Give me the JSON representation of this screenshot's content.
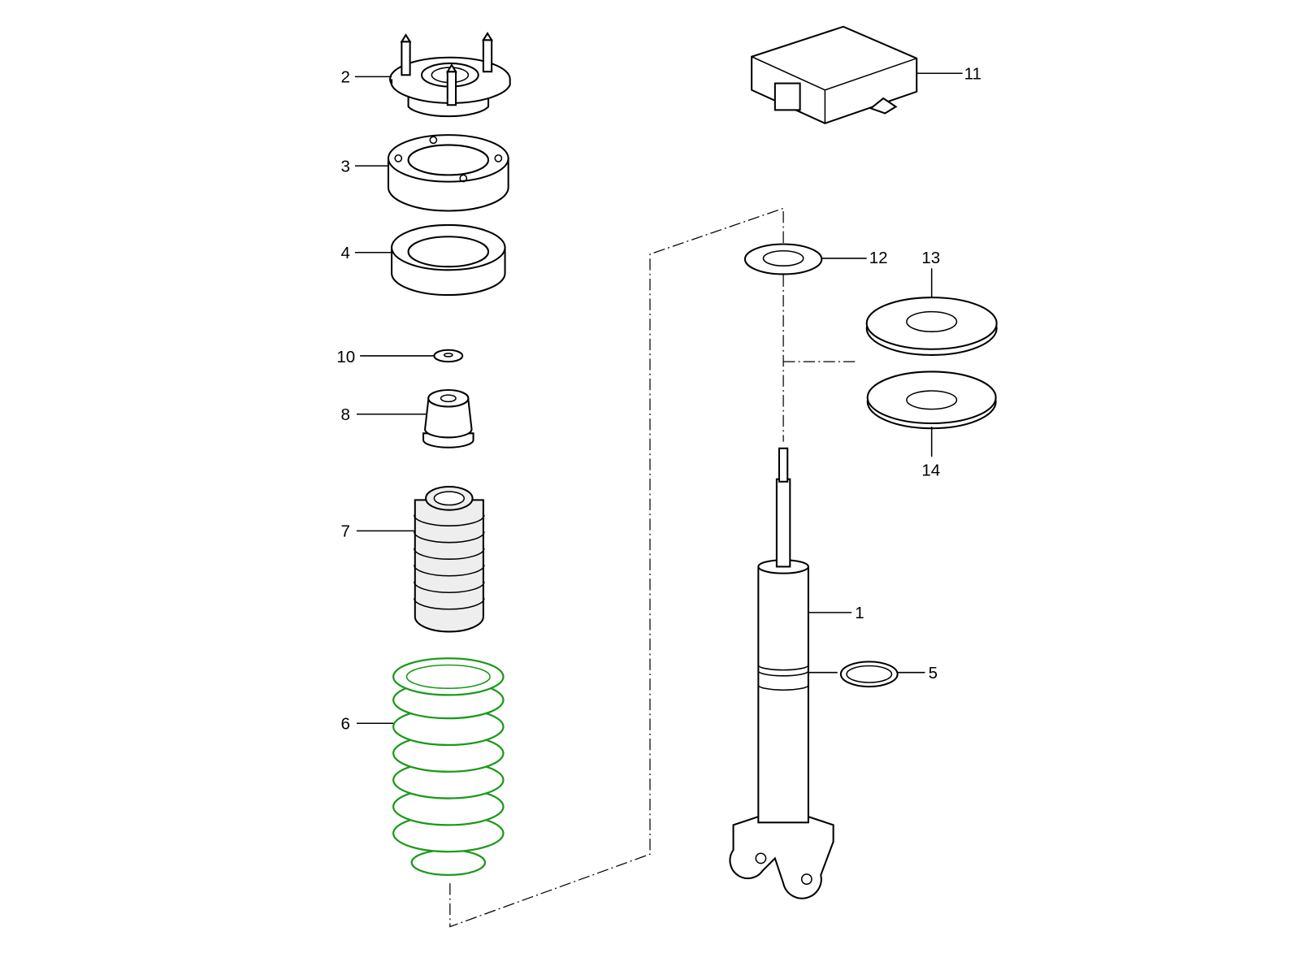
{
  "diagram": {
    "type": "exploded parts diagram",
    "highlight_color": "#1a9a1a",
    "callouts": [
      {
        "id": "1",
        "part": "shock-absorber"
      },
      {
        "id": "2",
        "part": "top-mount"
      },
      {
        "id": "3",
        "part": "spacer-ring"
      },
      {
        "id": "4",
        "part": "spring-pad"
      },
      {
        "id": "5",
        "part": "circlip"
      },
      {
        "id": "6",
        "part": "coil-spring"
      },
      {
        "id": "7",
        "part": "protective-boot"
      },
      {
        "id": "8",
        "part": "bump-stop"
      },
      {
        "id": "10",
        "part": "small-washer"
      },
      {
        "id": "11",
        "part": "control-unit"
      },
      {
        "id": "12",
        "part": "washer"
      },
      {
        "id": "13",
        "part": "support-plate-upper"
      },
      {
        "id": "14",
        "part": "support-plate-lower"
      }
    ]
  }
}
